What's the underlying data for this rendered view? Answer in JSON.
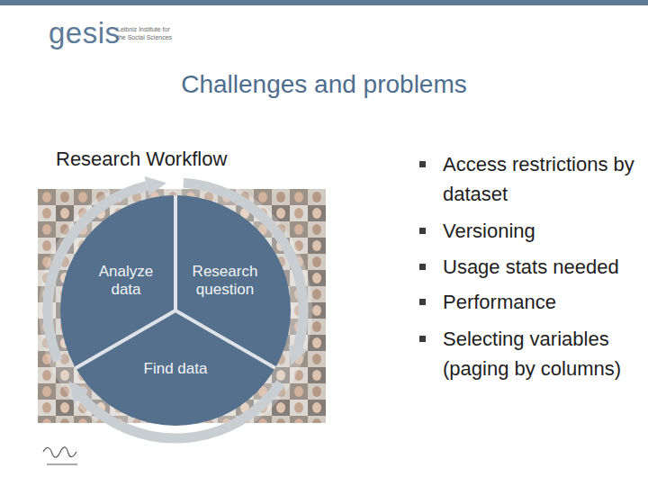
{
  "diagram": {
    "title": "Challenges and problems",
    "nodes": [
      {
        "text": [
          "Analyze data"
        ]
      },
      {
        "text": [
          "Research question"
        ]
      },
      {
        "text": [
          "Find data"
        ]
      }
    ],
    "edges": [
      {
        "from": 1,
        "to": 2,
        "arrow": "to"
      },
      {
        "from": 2,
        "to": 0,
        "arrow": "to"
      },
      {
        "from": 0,
        "to": 1,
        "arrow": "to"
      }
    ],
    "labels": [
      "gesis",
      "Leibniz Institute for the Social Sciences",
      "Research Workflow",
      "Access restrictions by dataset",
      "Versioning",
      "Usage stats needed",
      "Performance",
      "Selecting variables (paging by columns)"
    ]
  }
}
